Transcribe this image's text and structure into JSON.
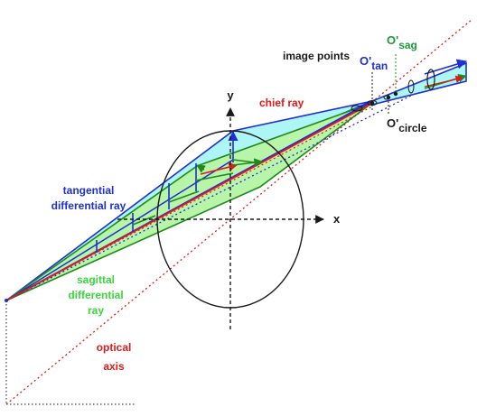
{
  "labels": {
    "y_axis": "y",
    "x_axis": "x",
    "chief_ray": "chief ray",
    "image_points": "image points",
    "o_tan_main": "O'",
    "o_tan_sub": "tan",
    "o_sag_main": "O'",
    "o_sag_sub": "sag",
    "o_circle_main": "O'",
    "o_circle_sub": "circle",
    "tangential_line1": "tangential",
    "tangential_line2": "differential ray",
    "sagittal_line1": "sagittal",
    "sagittal_line2": "differential",
    "sagittal_line3": "ray",
    "optical_line1": "optical",
    "optical_line2": "axis"
  },
  "colors": {
    "tangential": "#1f2fd6",
    "tangential_fill": "#aef5f5",
    "sagittal": "#1e8a1e",
    "sagittal_fill": "#b8f5a8",
    "chief_ray": "#e01a1a",
    "optical_axis": "#e01a1a",
    "axes": "#1a1a1a",
    "image_points_text": "#1a1a1a",
    "o_sag_text": "#1e9a3a",
    "o_tan_text": "#1f2fd6",
    "sagittal_text": "#3ed43e"
  }
}
